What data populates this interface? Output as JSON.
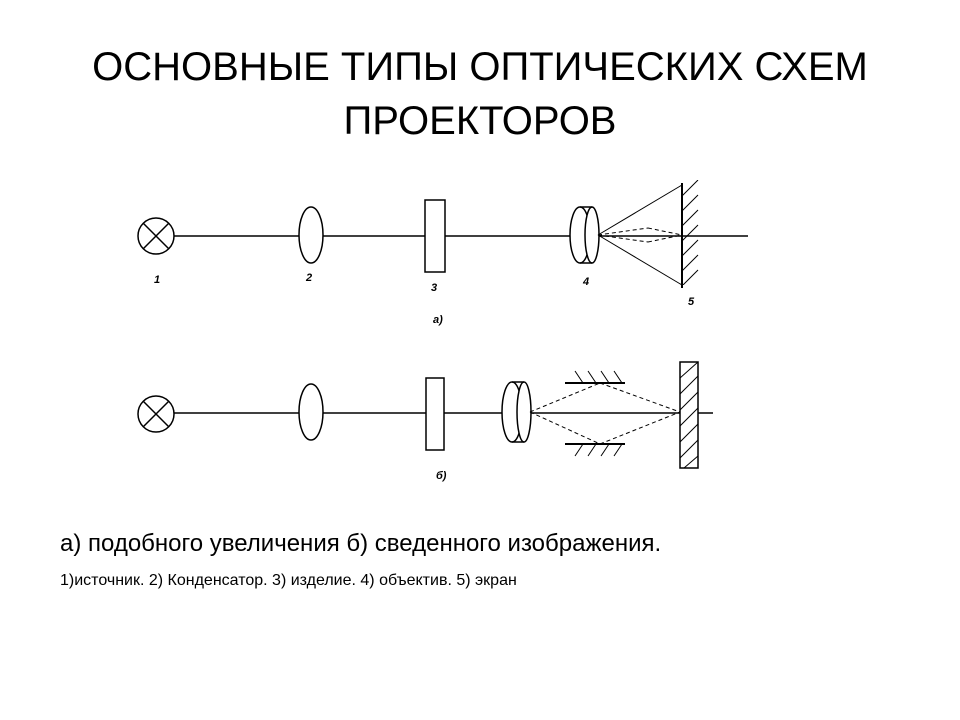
{
  "slide": {
    "title_line1": "ОСНОВНЫЕ ТИПЫ ОПТИЧЕСКИХ СХЕМ",
    "title_line2": "ПРОЕКТОРОВ",
    "caption": "а)  подобного увеличения б) сведенного изображения.",
    "legend": "1)источник. 2) Конденсатор. 3) изделие. 4) объектив. 5) экран"
  },
  "diagram": {
    "labels": {
      "source": "1",
      "condenser": "2",
      "object": "3",
      "lens": "4",
      "screen": "5"
    },
    "scheme_a_label": "а)",
    "scheme_b_label": "б)"
  }
}
